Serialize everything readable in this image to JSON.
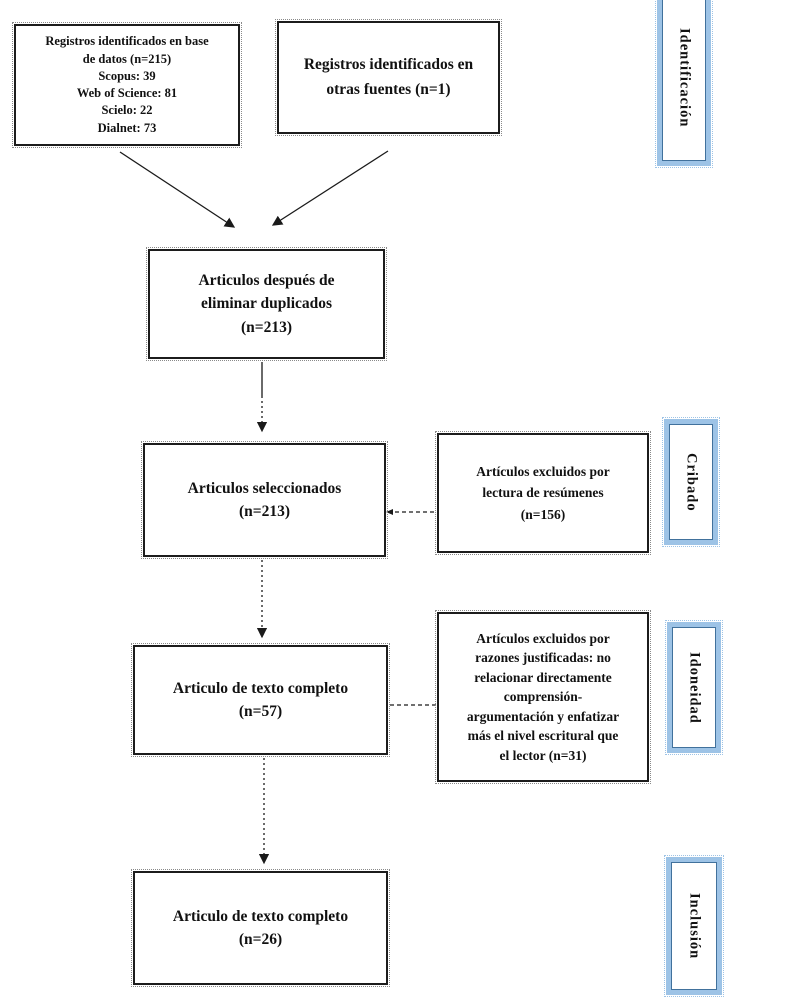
{
  "boxes": {
    "db_records": {
      "text": "Registros identificados en base\nde datos (n=215)\nScopus: 39\nWeb of Science: 81\nScielo: 22\nDialnet: 73"
    },
    "other_sources": {
      "text": "Registros identificados en\notras fuentes (n=1)"
    },
    "after_duplicates": {
      "text": "Articulos después de\neliminar duplicados\n(n=213)"
    },
    "selected": {
      "text": "Articulos seleccionados\n(n=213)"
    },
    "excluded_abstracts": {
      "text": "Artículos excluidos por\nlectura de resúmenes\n(n=156)"
    },
    "full_text_57": {
      "text": "Articulo de texto completo\n(n=57)"
    },
    "excluded_reasons": {
      "text": "Artículos excluidos por\nrazones justificadas: no\nrelacionar directamente\ncomprensión-\nargumentación y enfatizar\nmás el nivel escritural que\nel lector (n=31)"
    },
    "full_text_26": {
      "text": "Articulo de texto completo\n(n=26)"
    }
  },
  "stages": {
    "identification": "Identificación",
    "screening": "Cribado",
    "eligibility": "Idoneidad",
    "inclusion": "Inclusión"
  },
  "colors": {
    "stage_border_light": "#9dc3e6",
    "stage_border_dark": "#41719c",
    "box_border": "#1c1c1c",
    "line_color": "#1a1a1a"
  }
}
